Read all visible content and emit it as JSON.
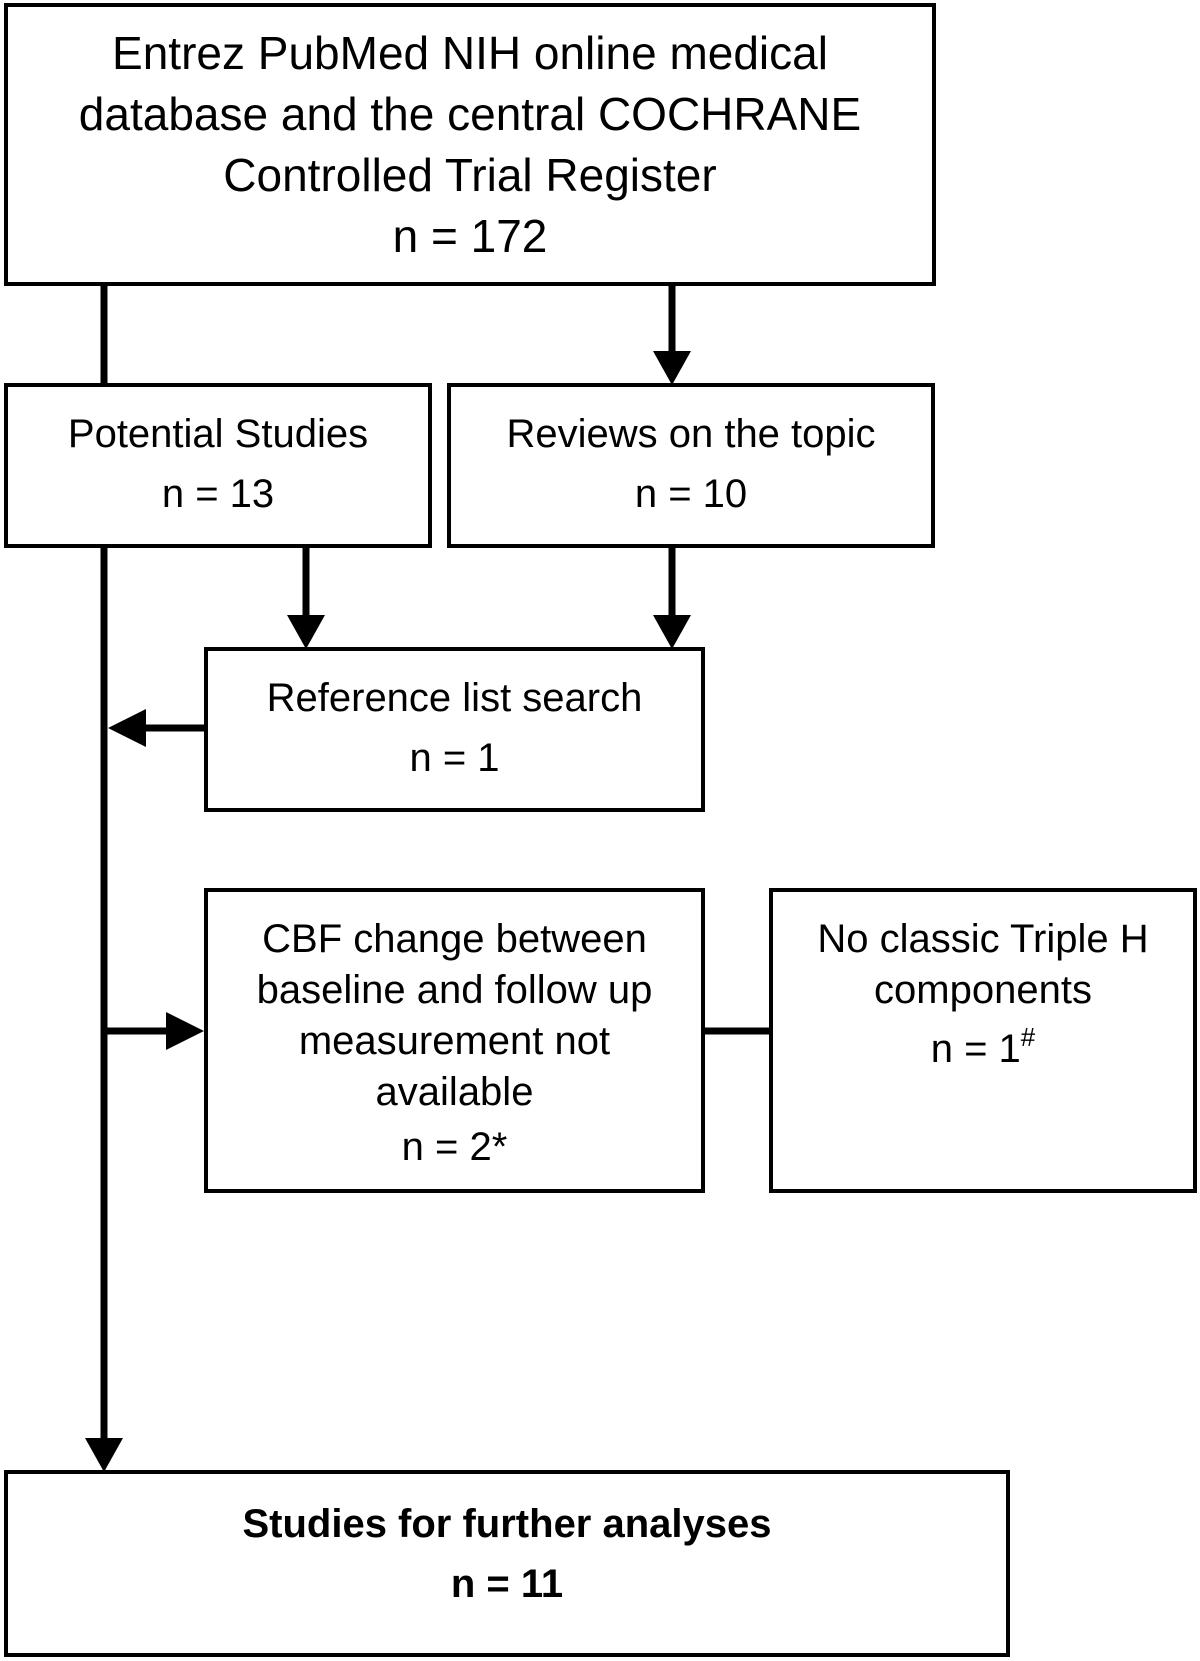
{
  "boxes": {
    "search": {
      "lines": [
        "Entrez PubMed NIH online medical",
        "database and the central COCHRANE",
        "Controlled Trial Register"
      ],
      "count": "n = 172"
    },
    "potential": {
      "label": "Potential Studies",
      "count": "n = 13"
    },
    "reviews": {
      "label": "Reviews on the topic",
      "count": "n = 10"
    },
    "reference": {
      "label": "Reference list search",
      "count": "n = 1"
    },
    "cbf": {
      "lines": [
        "CBF change between",
        "baseline and follow up",
        "measurement not",
        "available"
      ],
      "count": "n = 2*"
    },
    "triple": {
      "lines": [
        "No classic Triple H",
        "components"
      ],
      "count": "n = 1",
      "count_superscript": "#"
    },
    "final": {
      "label": "Studies for further analyses",
      "count": "n = 11"
    }
  }
}
